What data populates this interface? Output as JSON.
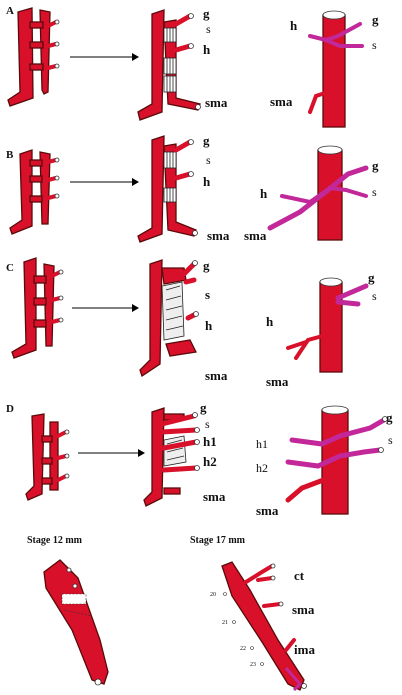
{
  "rows": [
    {
      "label": "A",
      "arteries_mid": [
        "g",
        "s",
        "h",
        "sma"
      ],
      "arteries_right": [
        "h",
        "g",
        "s",
        "sma"
      ]
    },
    {
      "label": "B",
      "arteries_mid": [
        "g",
        "s",
        "h",
        "sma"
      ],
      "arteries_right": [
        "g",
        "s",
        "h",
        "sma"
      ]
    },
    {
      "label": "C",
      "arteries_mid": [
        "g",
        "s",
        "h",
        "sma"
      ],
      "arteries_right": [
        "g",
        "s",
        "h",
        "sma"
      ]
    },
    {
      "label": "D",
      "arteries_mid": [
        "g",
        "s",
        "h1",
        "h2",
        "sma"
      ],
      "arteries_right": [
        "g",
        "s",
        "h1",
        "h2",
        "sma"
      ]
    }
  ],
  "stage_left": "Stage 12 mm",
  "stage_right": "Stage 17 mm",
  "stage_right_arteries": [
    "ct",
    "sma",
    "ima"
  ],
  "segment_numbers": [
    "20",
    "21",
    "22",
    "23"
  ],
  "colors": {
    "artery": "#d8102a",
    "branch": "#c2289a",
    "outline": "#5a0a0a"
  }
}
